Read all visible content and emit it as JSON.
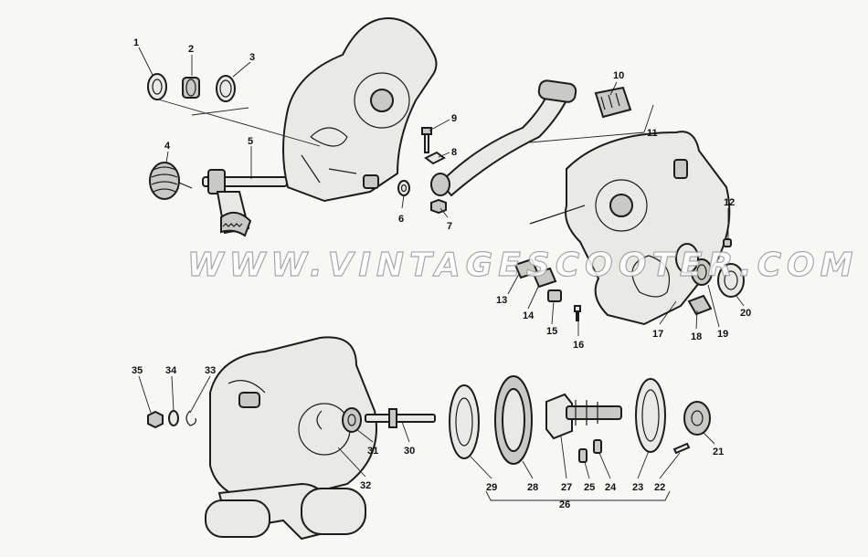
{
  "watermark": "WWW.VINTAGESCOOTER.COM",
  "callouts": {
    "n1": "1",
    "n2": "2",
    "n3": "3",
    "n4": "4",
    "n5": "5",
    "n6": "6",
    "n7": "7",
    "n8": "8",
    "n9": "9",
    "n10": "10",
    "n11": "11",
    "n12": "12",
    "n13": "13",
    "n14": "14",
    "n15": "15",
    "n16": "16",
    "n17": "17",
    "n18": "18",
    "n19": "19",
    "n20": "20",
    "n21": "21",
    "n22": "22",
    "n23": "23",
    "n24": "24",
    "n25": "25",
    "n26": "26",
    "n27": "27",
    "n28": "28",
    "n29": "29",
    "n30": "30",
    "n31": "31",
    "n32": "32",
    "n33": "33",
    "n34": "34",
    "n35": "35"
  }
}
